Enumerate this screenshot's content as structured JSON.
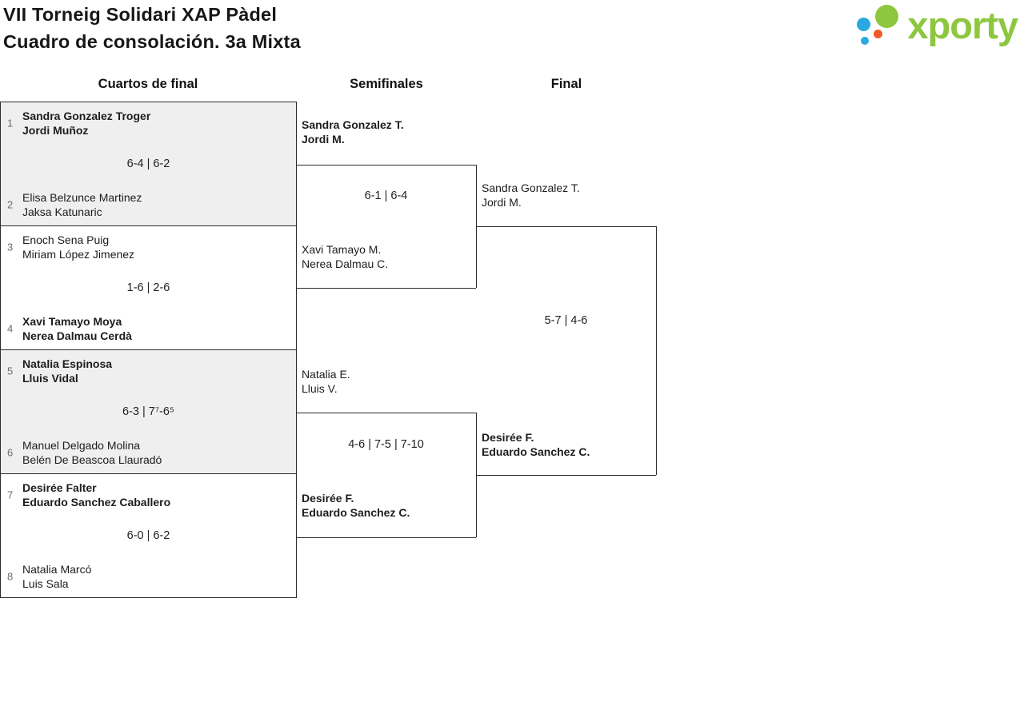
{
  "header": {
    "title_line1": "VII Torneig Solidari XAP Pàdel",
    "title_line2": "Cuadro de consolación. 3a Mixta",
    "logo_text": "xporty"
  },
  "brand": {
    "green": "#8dc73f",
    "blue": "#2aa9e0",
    "orange": "#f1592a",
    "line": "#2b2b2b",
    "shaded_row": "#efefef"
  },
  "columns": [
    {
      "label": "Cuartos de final"
    },
    {
      "label": "Semifinales"
    },
    {
      "label": "Final"
    }
  ],
  "bracket": {
    "quarterfinals": [
      {
        "seed_top": "1",
        "top1": "Sandra Gonzalez Troger",
        "top2": "Jordi Muñoz",
        "top_winner": true,
        "score": "6-4 | 6-2",
        "seed_bottom": "2",
        "bottom1": "Elisa Belzunce Martinez",
        "bottom2": "Jaksa Katunaric",
        "bottom_winner": false,
        "shaded": true
      },
      {
        "seed_top": "3",
        "top1": "Enoch Sena Puig",
        "top2": "Miriam López Jimenez",
        "top_winner": false,
        "score": "1-6 | 2-6",
        "seed_bottom": "4",
        "bottom1": "Xavi Tamayo Moya",
        "bottom2": "Nerea Dalmau Cerdà",
        "bottom_winner": true,
        "shaded": false
      },
      {
        "seed_top": "5",
        "top1": "Natalia Espinosa",
        "top2": "Lluis Vidal",
        "top_winner": true,
        "score": "6-3 | 7⁷-6⁵",
        "seed_bottom": "6",
        "bottom1": "Manuel Delgado Molina",
        "bottom2": "Belén De Beascoa Llauradó",
        "bottom_winner": false,
        "shaded": true
      },
      {
        "seed_top": "7",
        "top1": "Desirée Falter",
        "top2": "Eduardo Sanchez Caballero",
        "top_winner": true,
        "score": "6-0 | 6-2",
        "seed_bottom": "8",
        "bottom1": "Natalia Marcó",
        "bottom2": "Luis Sala",
        "bottom_winner": false,
        "shaded": false
      }
    ],
    "semifinals": [
      {
        "top1": "Sandra Gonzalez T.",
        "top2": "Jordi M.",
        "top_winner": true,
        "score": "6-1 | 6-4",
        "bottom1": "Xavi Tamayo M.",
        "bottom2": "Nerea Dalmau C.",
        "bottom_winner": false
      },
      {
        "top1": "Natalia E.",
        "top2": "Lluis V.",
        "top_winner": false,
        "score": "4-6 | 7-5 | 7-10",
        "bottom1": "Desirée F.",
        "bottom2": "Eduardo Sanchez C.",
        "bottom_winner": true
      }
    ],
    "final": {
      "top1": "Sandra Gonzalez T.",
      "top2": "Jordi M.",
      "top_winner": false,
      "score": "5-7 | 4-6",
      "bottom1": "Desirée F.",
      "bottom2": "Eduardo Sanchez C.",
      "bottom_winner": true
    }
  }
}
